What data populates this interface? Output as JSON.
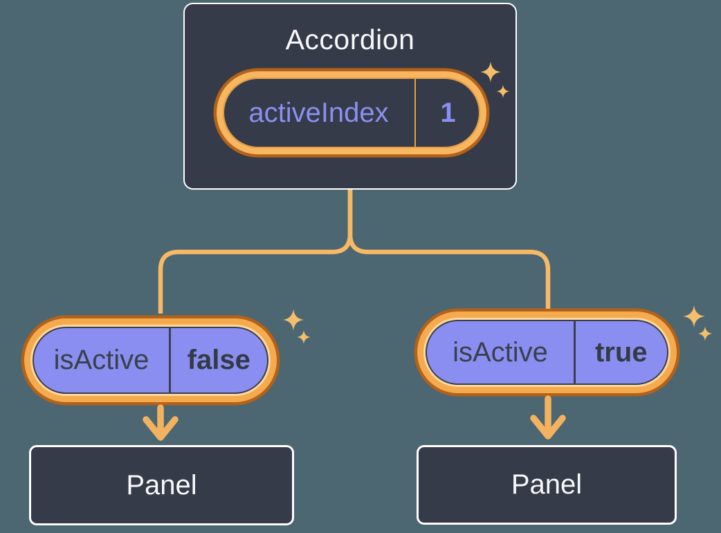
{
  "diagram": {
    "description": "React component tree diagram: Accordion holds state, passes props to two Panels"
  },
  "accordion": {
    "title": "Accordion",
    "state_pill": {
      "name": "activeIndex",
      "value": "1"
    }
  },
  "branches": [
    {
      "prop_pill": {
        "name": "isActive",
        "value": "false"
      },
      "panel_label": "Panel"
    },
    {
      "prop_pill": {
        "name": "isActive",
        "value": "true"
      },
      "panel_label": "Panel"
    }
  ],
  "icons": {
    "sparkle": "four-point-star, one large and one small near each pill's top-right corner"
  },
  "colors": {
    "background": "#4C6771",
    "card_fill": "#353B48",
    "card_border": "#FFFFFF",
    "ring_bright_orange": "#F8B65F",
    "ring_dark_orange": "#B2621A",
    "ring_cream": "#FBD8A2",
    "pill_purple": "#8A8EF0",
    "state_text_purple": "#8A90F0",
    "prop_text_dark": "#3A404C",
    "orange_divider": "#E5A049",
    "connector_orange": "#F7B965",
    "arrow_orange": "#F3B260",
    "sparkle_orange": "#F4BF6C",
    "title_text": "#F7F8FA"
  }
}
